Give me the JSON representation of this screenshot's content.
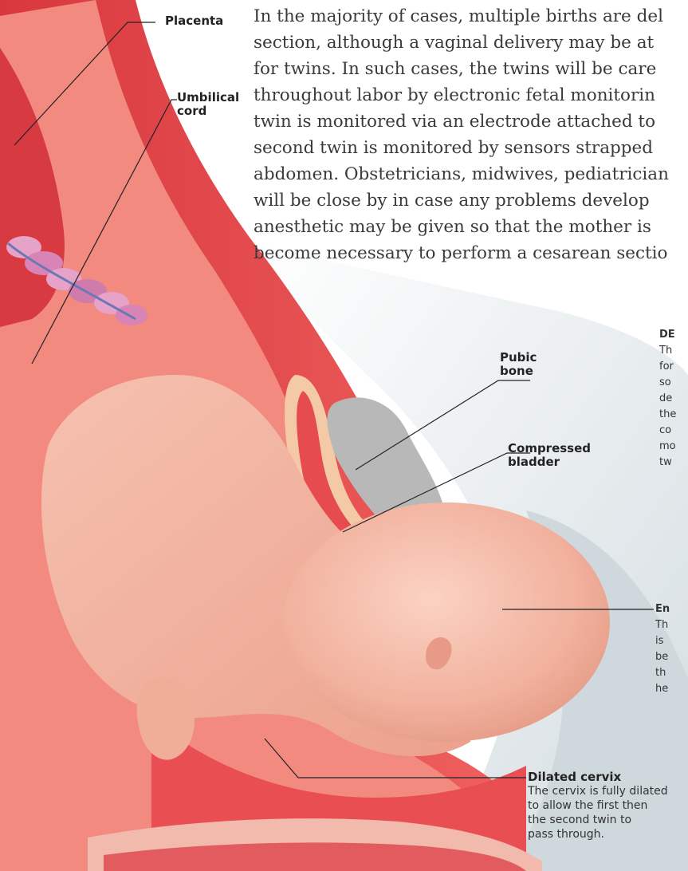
{
  "body_text": {
    "lines": [
      "In the majority of cases, multiple births are del",
      "section, although a vaginal delivery may be at",
      "for twins. In such cases, the twins will be care",
      "throughout labor by electronic fetal monitorin",
      "twin is monitored via an electrode attached to",
      "second twin is monitored by sensors strapped",
      "abdomen. Obstetricians, midwives, pediatrician",
      "will be close by in case any problems develop",
      "anesthetic may be given so that the mother is",
      "become necessary to perform a cesarean sectio"
    ]
  },
  "labels": {
    "placenta": "Placenta",
    "umbilical_cord": [
      "Umbilical",
      "cord"
    ],
    "pubic_bone": [
      "Pubic",
      "bone"
    ],
    "compressed_bladder": [
      "Compressed",
      "bladder"
    ],
    "dilated_cervix": {
      "title": "Dilated cervix",
      "desc": [
        "The cervix is fully dilated",
        "to allow the first then",
        "the second twin to",
        "pass through."
      ]
    }
  },
  "side_panel": {
    "delivery": {
      "title": "DE",
      "lines": [
        "Th",
        "for",
        "so",
        "de",
        "the",
        "co",
        "mo",
        "tw"
      ]
    },
    "engagement": {
      "title": "En",
      "lines": [
        "Th",
        "is",
        "be",
        "th",
        "he"
      ]
    }
  },
  "colors": {
    "uterus_outer": "#e0464b",
    "uterus_inner": "#f06a64",
    "fetus_skin": "#f3b7a5",
    "background_tissue": "#dfe5e8",
    "pubic_bone": "#b9b9b9",
    "cord": "#e7a2c8"
  }
}
